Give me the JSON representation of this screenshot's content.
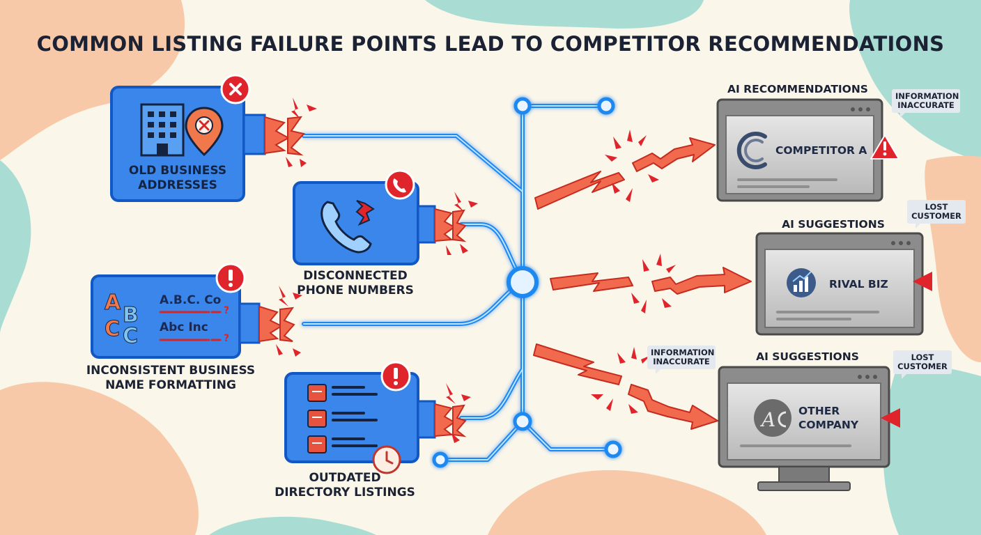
{
  "title": "COMMON LISTING FAILURE POINTS LEAD TO COMPETITOR RECOMMENDATIONS",
  "failure_points": [
    {
      "label_line1": "OLD BUSINESS",
      "label_line2": "ADDRESSES",
      "badge_icon": "x-mark-icon",
      "icon": "building-icon"
    },
    {
      "label_line1": "DISCONNECTED",
      "label_line2": "PHONE NUMBERS",
      "badge_icon": "phone-icon",
      "icon": "broken-phone-icon"
    },
    {
      "label_line1": "INCONSISTENT BUSINESS",
      "label_line2": "NAME FORMATTING",
      "badge_icon": "exclamation-icon",
      "icon": "abc-letters-icon",
      "name_variant_1": "A.B.C. Co",
      "name_variant_2": "Abc Inc",
      "mark": "?"
    },
    {
      "label_line1": "OUTDATED",
      "label_line2": "DIRECTORY LISTINGS",
      "badge_icon": "exclamation-icon",
      "icon": "directory-list-icon"
    }
  ],
  "outcomes": [
    {
      "title": "AI RECOMMENDATIONS",
      "brand": "COMPETITOR A",
      "brand_line2": "",
      "callout": "INFORMATION INACCURATE",
      "warning_icon": "warning-triangle-icon"
    },
    {
      "title": "AI SUGGESTIONS",
      "brand": "RIVAL BIZ",
      "brand_line2": "",
      "callout": "LOST CUSTOMER"
    },
    {
      "title": "AI SUGGESTIONS",
      "brand": "OTHER",
      "brand_line2": "COMPANY",
      "callout": "LOST CUSTOMER",
      "callout_mid": "INFORMATION INACCURATE"
    }
  ],
  "colors": {
    "background": "#fbf6ea",
    "card_blue": "#3b86ea",
    "network_blue": "#1e88f0",
    "alert_red": "#e0242c",
    "arrow_orange": "#f26a4e",
    "monitor_gray": "#8c8c8c"
  }
}
